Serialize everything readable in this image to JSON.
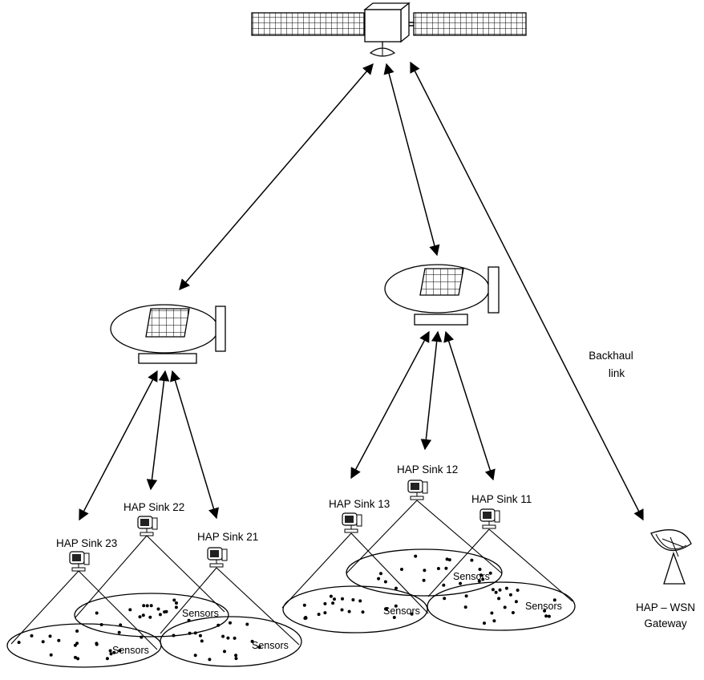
{
  "diagram": {
    "backhaul_label": [
      "Backhaul",
      "link"
    ],
    "gateway_label": [
      "HAP – WSN",
      "Gateway"
    ],
    "sinks": {
      "s23": "HAP Sink 23",
      "s22": "HAP Sink 22",
      "s21": "HAP Sink 21",
      "s13": "HAP Sink 13",
      "s12": "HAP Sink 12",
      "s11": "HAP Sink 11"
    },
    "sensors_label": "Sensors",
    "icons": [
      "satellite-icon",
      "hap-airship-icon",
      "camera-sink-icon",
      "dish-antenna-icon"
    ]
  }
}
